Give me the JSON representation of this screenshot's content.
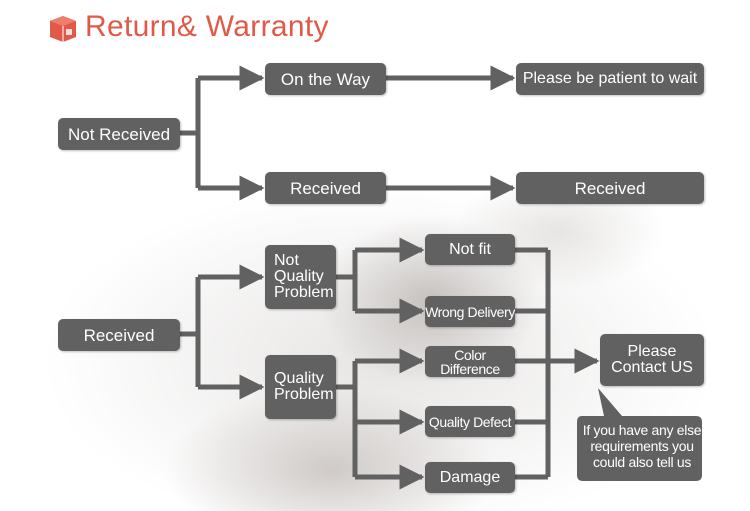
{
  "header": {
    "title": "Return& Warranty",
    "logo_icon": "box-icon"
  },
  "colors": {
    "box": "#616161",
    "line": "#616161",
    "title": "#e05a47",
    "logo": "#e05a47"
  },
  "flow_top": {
    "start": "Not Received",
    "branch_a": "On the Way",
    "result_a": "Please be patient to wait",
    "branch_b": "Received",
    "result_b": "Received"
  },
  "flow_bottom": {
    "start": "Received",
    "branch_a": "Not Quality Problem",
    "branch_b": "Quality Problem",
    "not_fit": "Not fit",
    "wrong_delivery": "Wrong Delivery",
    "color_difference": "Color Difference",
    "quality_defect": "Quality Defect",
    "damage": "Damage",
    "contact": "Please Contact US",
    "note": "If you have any else requirements you could also tell us"
  }
}
